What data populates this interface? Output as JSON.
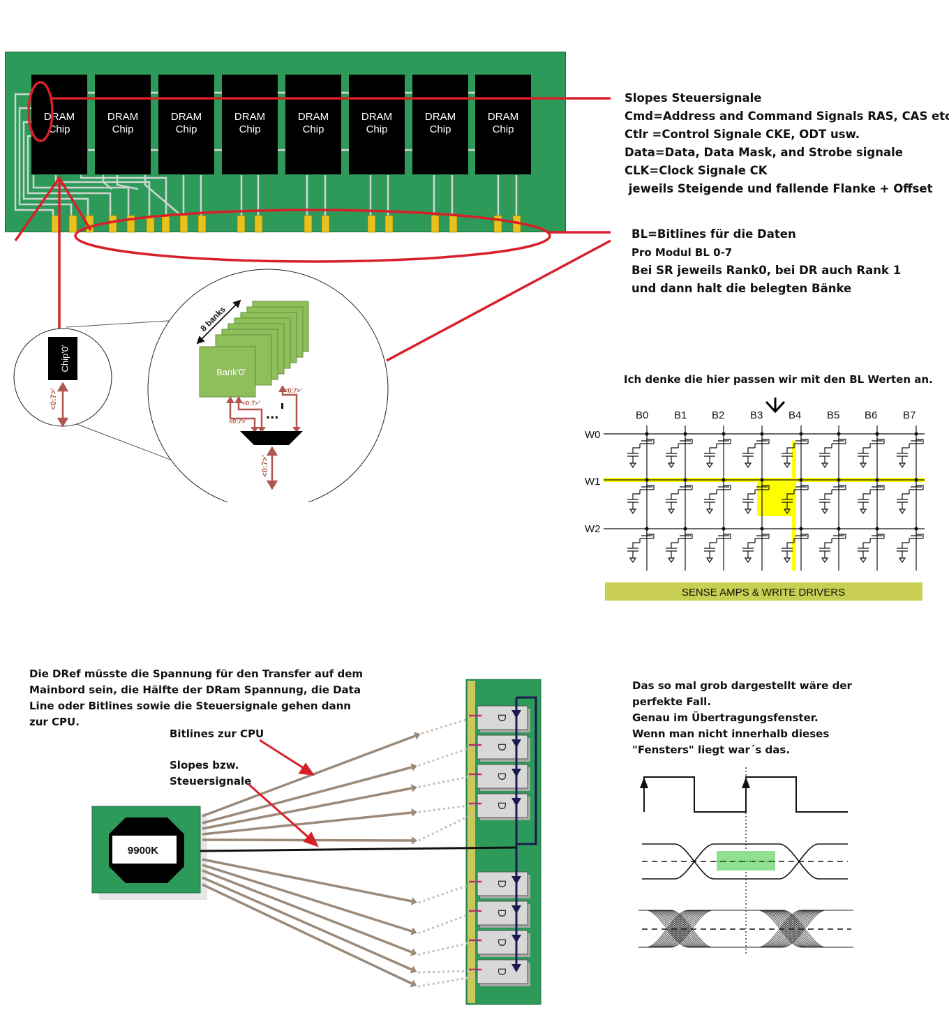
{
  "module": {
    "chips": [
      {
        "line1": "DRAM",
        "line2": "Chip"
      },
      {
        "line1": "DRAM",
        "line2": "Chip"
      },
      {
        "line1": "DRAM",
        "line2": "Chip"
      },
      {
        "line1": "DRAM",
        "line2": "Chip"
      },
      {
        "line1": "DRAM",
        "line2": "Chip"
      },
      {
        "line1": "DRAM",
        "line2": "Chip"
      },
      {
        "line1": "DRAM",
        "line2": "Chip"
      },
      {
        "line1": "DRAM",
        "line2": "Chip"
      }
    ]
  },
  "notes": {
    "slopes": [
      "Slopes Steuersignale",
      "Cmd=Address and Command Signals RAS, CAS etc.",
      "Ctlr =Control Signale CKE, ODT usw.",
      "Data=Data, Data Mask, and Strobe signale",
      "CLK=Clock Signale CK",
      " jeweils Steigende und fallende Flanke + Offset"
    ],
    "bitlines": [
      "BL=Bitlines für die Daten",
      "Pro Modul BL 0-7",
      "Bei SR jeweils Rank0, bei DR auch Rank 1",
      "und dann halt die belegten Bänke"
    ],
    "bl_values": "Ich denke die hier passen wir mit den BL Werten an.",
    "dref": [
      "Die DRef müsste die Spannung für den Transfer auf dem",
      "Mainbord sein, die Hälfte der DRam Spannung, die Data",
      "Line oder Bitlines sowie die Steuersignale gehen dann",
      "zur CPU."
    ],
    "bitlines_cpu": "Bitlines zur CPU",
    "slopes_signals": [
      "Slopes bzw.",
      "Steuersignale"
    ],
    "window": [
      "Das so mal grob dargestellt wäre der",
      "perfekte Fall.",
      "Genau im Übertragungsfenster.",
      "Wenn man nicht innerhalb dieses",
      "\"Fensters\" liegt war´s das."
    ]
  },
  "zoom": {
    "chip_label": "Chip'0'",
    "chip_bus": "<0:7>'",
    "banks_label": "8 banks",
    "bank_label": "Bank'0'",
    "bus_a": "<0:7>'",
    "bus_b": "<0:7>'",
    "bus_c": "<0:7>'",
    "bus_out": "<0:7>'",
    "dots": "..."
  },
  "array": {
    "bitlines": [
      "B0",
      "B1",
      "B2",
      "B3",
      "B4",
      "B5",
      "B6",
      "B7"
    ],
    "wordlines": [
      "W0",
      "W1",
      "W2"
    ],
    "sense_amps": "SENSE AMPS & WRITE DRIVERS",
    "highlight_bitline": "B4",
    "highlight_wordline": "W1"
  },
  "cpu": {
    "label": "9900K"
  },
  "dimm_cell_label": "D",
  "colors": {
    "pcb_green": "#2e9a5a",
    "annotation_red": "#d8202a",
    "highlight_yellow": "#ffff00",
    "sense_amp_bar": "#c8cf52",
    "bank_green": "#8fbf5a",
    "bus_red": "#b0554f"
  }
}
